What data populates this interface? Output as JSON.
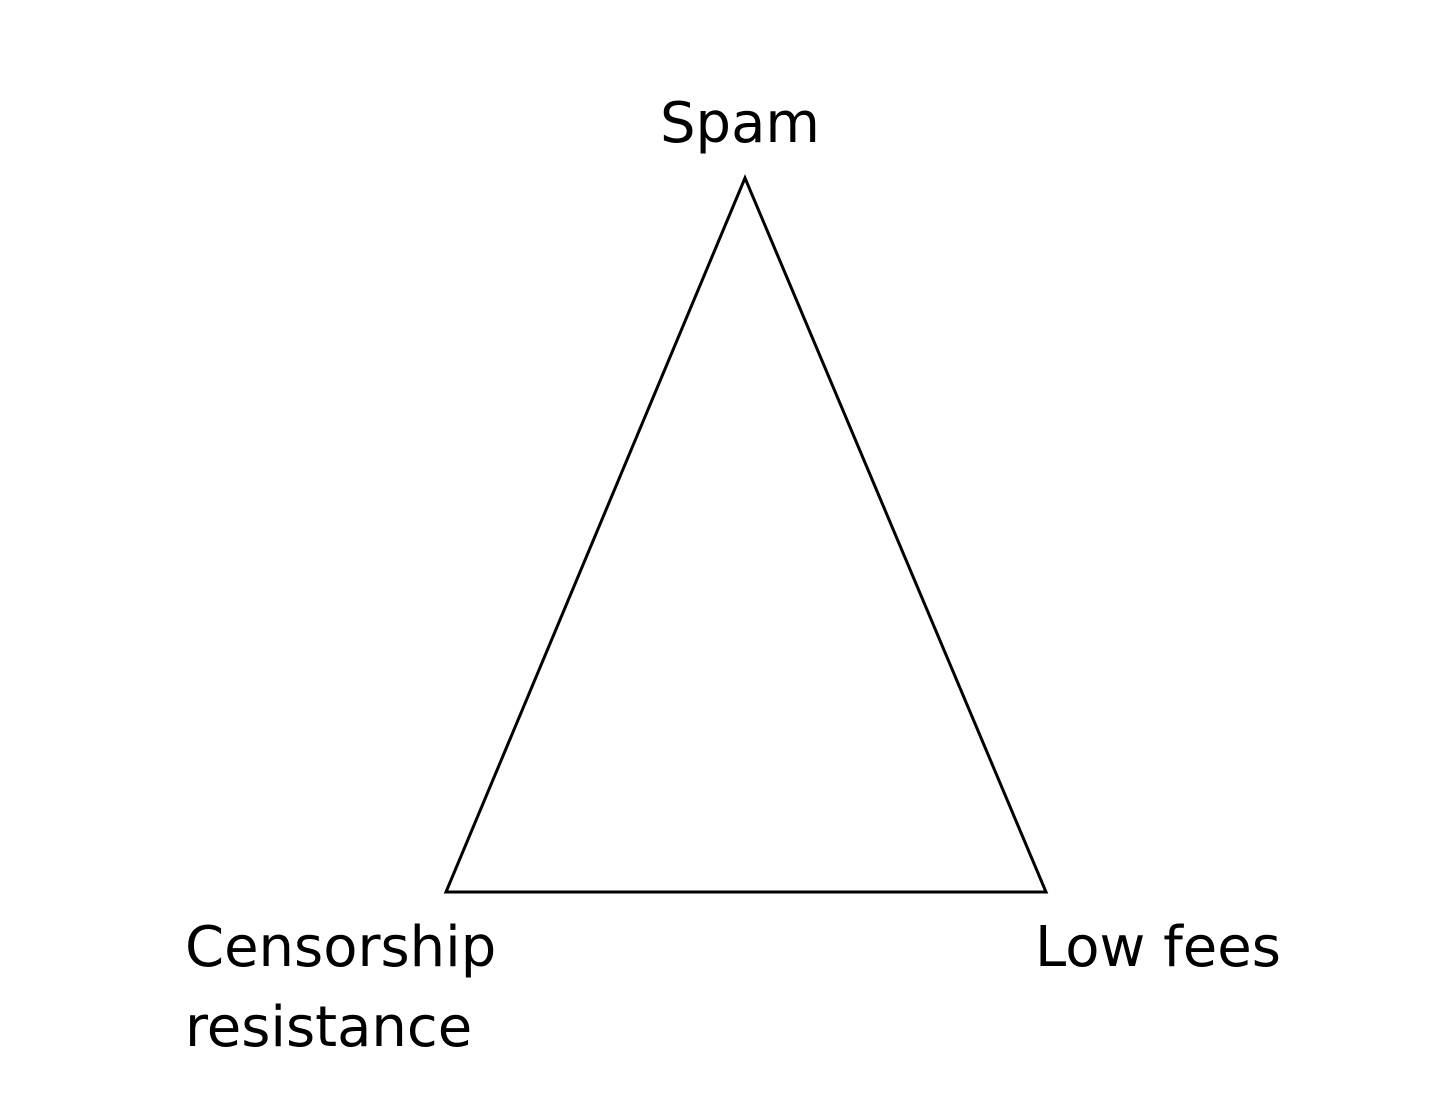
{
  "diagram": {
    "type": "triangle",
    "vertices": {
      "top": "Spam",
      "bottom_left_line1": "Censorship",
      "bottom_left_line2": "resistance",
      "bottom_right": "Low fees"
    },
    "stroke_color": "#000000",
    "background": "#ffffff"
  }
}
